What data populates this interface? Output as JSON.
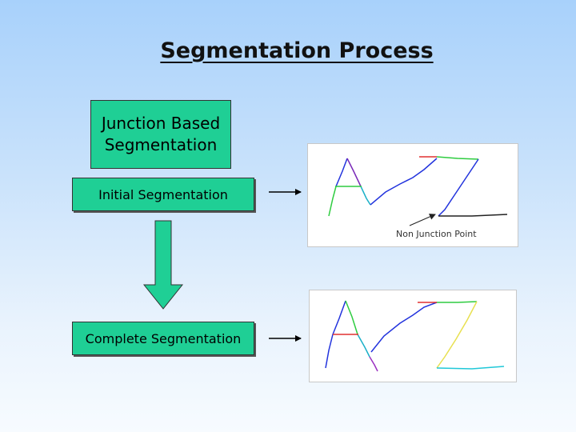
{
  "title": "Segmentation Process",
  "boxes": {
    "junction_line1": "Junction Based",
    "junction_line2": "Segmentation",
    "initial": "Initial Segmentation",
    "complete": "Complete Segmentation"
  },
  "annotations": {
    "non_junction_point": "Non Junction Point"
  },
  "colors": {
    "box_fill": "#1fcf95",
    "background_top": "#a8d1fb"
  }
}
